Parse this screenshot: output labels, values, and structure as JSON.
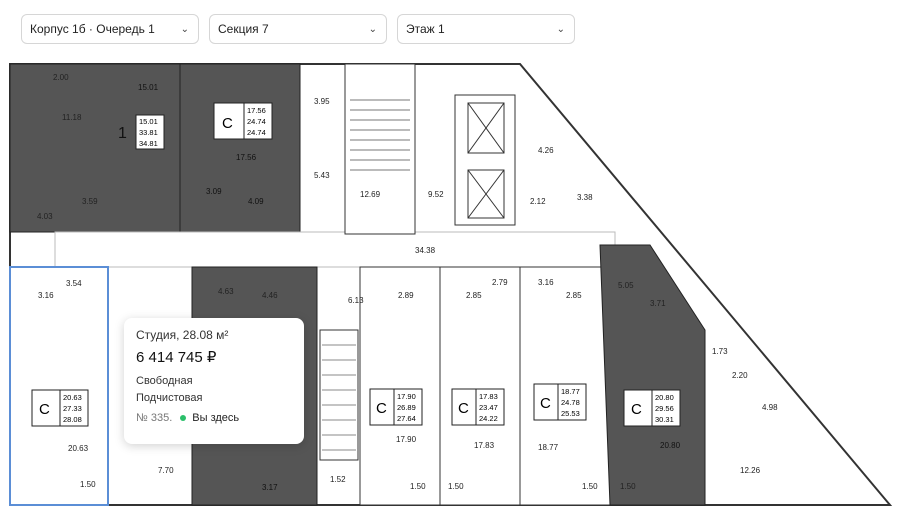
{
  "filters": {
    "building": "Корпус 1б · Очередь 1",
    "section": "Секция 7",
    "floor": "Этаж 1"
  },
  "colors": {
    "sold_unit": "#555555",
    "available_unit": "#ffffff",
    "selected_outline": "#5b8ed6",
    "status_dot": "#2bbf6a"
  },
  "plan": {
    "top_rooms": [
      "2.00",
      "15.01",
      "11.18",
      "3.59",
      "4.03",
      "17.56",
      "3.09",
      "4.09",
      "3.95",
      "5.43",
      "12.69",
      "9.52",
      "4.26",
      "2.12",
      "3.38",
      "34.38"
    ],
    "unit1": {
      "label": "1",
      "areas": [
        "15.01",
        "33.81",
        "34.81"
      ]
    },
    "unitC_top": {
      "label": "C",
      "areas": [
        "17.56",
        "24.74",
        "24.74"
      ]
    },
    "bottom_rooms": [
      "3.54",
      "3.16",
      "20.63",
      "1.50",
      "4.63",
      "4.46",
      "6.13",
      "2.89",
      "2.85",
      "2.79",
      "3.16",
      "2.85",
      "5.05",
      "3.71",
      "1.73",
      "2.20",
      "4.98",
      "12.26",
      "7.70",
      "3.17",
      "1.52",
      "17.90",
      "17.83",
      "18.77",
      "20.80",
      "1.50",
      "1.50",
      "1.50",
      "1.50"
    ],
    "units": [
      {
        "label": "C",
        "areas": [
          "20.63",
          "27.33",
          "28.08"
        ]
      },
      {
        "label": "C",
        "areas": [
          "17.90",
          "26.89",
          "27.64"
        ]
      },
      {
        "label": "C",
        "areas": [
          "17.83",
          "23.47",
          "24.22"
        ]
      },
      {
        "label": "C",
        "areas": [
          "18.77",
          "24.78",
          "25.53"
        ]
      },
      {
        "label": "C",
        "areas": [
          "20.80",
          "29.56",
          "30.31"
        ]
      }
    ]
  },
  "popup": {
    "type": "Студия, 28.08 м²",
    "price": "6 414 745 ₽",
    "finish": "Свободная",
    "level": "Подчистовая",
    "number": "№ 335.",
    "status": "Вы здесь"
  }
}
